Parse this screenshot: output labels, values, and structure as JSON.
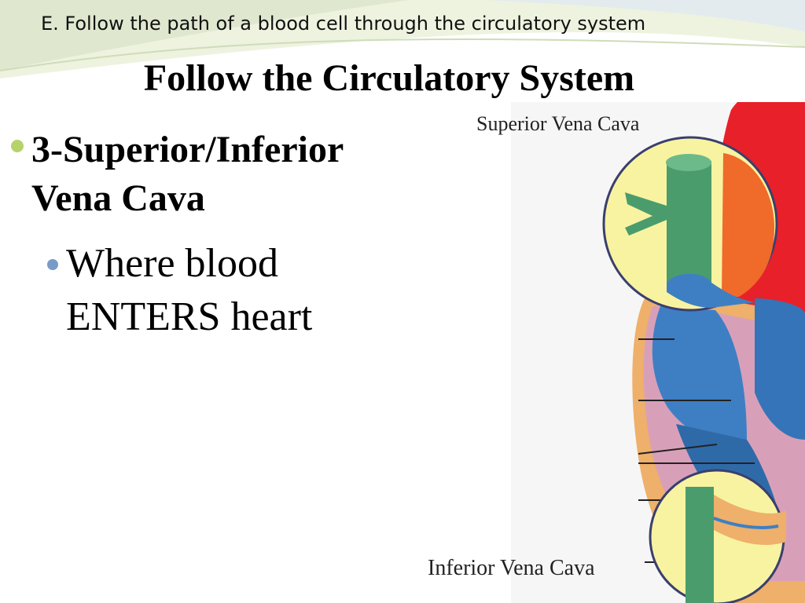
{
  "slide": {
    "header": "E. Follow the path of a blood cell through the circulatory system",
    "title": "Follow the Circulatory System",
    "bullet_main": {
      "line1": "3-Superior/Inferior",
      "line2": "Vena Cava"
    },
    "bullet_sub": {
      "line1": "Where blood",
      "line2": "ENTERS heart"
    }
  },
  "diagram": {
    "label_top": "Superior Vena Cava",
    "label_bottom": "Inferior Vena Cava",
    "colors": {
      "aorta_red": "#e8202a",
      "vena_cava_green": "#4a9c6c",
      "chamber_blue": "#3e7fc4",
      "highlight_yellow": "#f8f3a0",
      "circle_outline": "#3a3f6e",
      "bullet_green": "#b6d36b",
      "bullet_blue": "#7a9bc8"
    }
  }
}
